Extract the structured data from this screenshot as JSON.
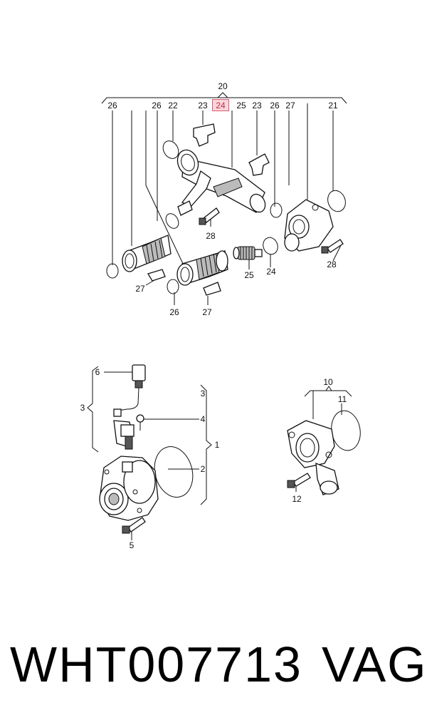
{
  "callouts": {
    "c20": "20",
    "c26a": "26",
    "c26b": "26",
    "c22": "22",
    "c23a": "23",
    "c24": "24",
    "c25a": "25",
    "c23b": "23",
    "c26c": "26",
    "c27a": "27",
    "c21": "21",
    "c28a": "28",
    "c28b": "28",
    "c25b": "25",
    "c24b": "24",
    "c27b": "27",
    "c26d": "26",
    "c27c": "27",
    "c6": "6",
    "c3a": "3",
    "c3b": "3",
    "c4": "4",
    "c1": "1",
    "c2": "2",
    "c5": "5",
    "c10": "10",
    "c11": "11",
    "c12": "12"
  },
  "highlighted_callout": "24",
  "footer": {
    "part_number": "WHT007713",
    "brand": "VAG"
  }
}
